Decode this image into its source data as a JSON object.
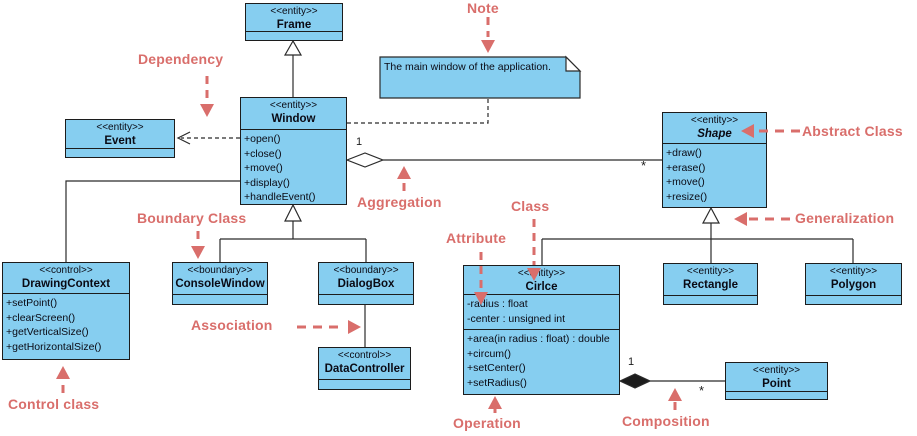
{
  "colors": {
    "class_fill": "#86CEF0",
    "class_border": "#1c1c1c",
    "annotation": "#D96E6B",
    "line": "#2b2b2b"
  },
  "note": {
    "text": "The main window of the application."
  },
  "classes": {
    "frame": {
      "stereotype": "<<entity>>",
      "name": "Frame"
    },
    "window": {
      "stereotype": "<<entity>>",
      "name": "Window",
      "methods": [
        "+open()",
        "+close()",
        "+move()",
        "+display()",
        "+handleEvent()"
      ]
    },
    "event": {
      "stereotype": "<<entity>>",
      "name": "Event"
    },
    "shape": {
      "stereotype": "<<entity>>",
      "name": "Shape",
      "methods": [
        "+draw()",
        "+erase()",
        "+move()",
        "+resize()"
      ]
    },
    "drawing_context": {
      "stereotype": "<<control>>",
      "name": "DrawingContext",
      "methods": [
        "+setPoint()",
        "+clearScreen()",
        "+getVerticalSize()",
        "+getHorizontalSize()"
      ]
    },
    "console_window": {
      "stereotype": "<<boundary>>",
      "name": "ConsoleWindow"
    },
    "dialog_box": {
      "stereotype": "<<boundary>>",
      "name": "DialogBox"
    },
    "data_controller": {
      "stereotype": "<<control>>",
      "name": "DataController"
    },
    "circle": {
      "stereotype": "<<entity>>",
      "name": "Cirlce",
      "attributes": [
        "-radius : float",
        "-center : unsigned int"
      ],
      "methods": [
        "+area(in radius : float) : double",
        "+circum()",
        "+setCenter()",
        "+setRadius()"
      ]
    },
    "rectangle": {
      "stereotype": "<<entity>>",
      "name": "Rectangle"
    },
    "polygon": {
      "stereotype": "<<entity>>",
      "name": "Polygon"
    },
    "point": {
      "stereotype": "<<entity>>",
      "name": "Point"
    }
  },
  "multiplicities": {
    "aggregation_source": "1",
    "aggregation_target": "*",
    "composition_source": "1",
    "composition_target": "*"
  },
  "annotations": {
    "dependency": "Dependency",
    "note": "Note",
    "abstract_class": "Abstract Class",
    "aggregation": "Aggregation",
    "boundary_class": "Boundary Class",
    "class": "Class",
    "attribute": "Attribute",
    "generalization": "Generalization",
    "association": "Association",
    "control_class": "Control class",
    "operation": "Operation",
    "composition": "Composition"
  }
}
